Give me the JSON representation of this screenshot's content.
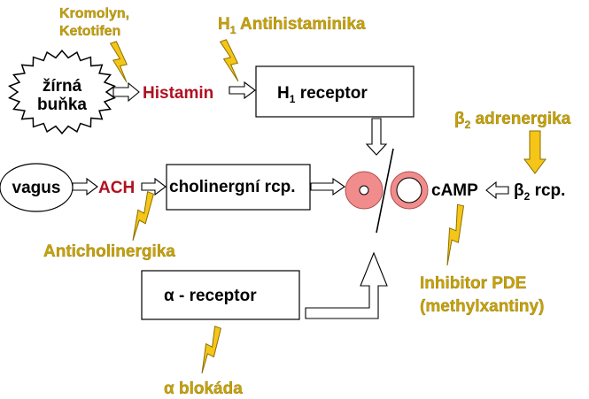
{
  "labels": {
    "kromolyn_line1": "Kromolyn,",
    "kromolyn_line2": "Ketotifen",
    "h1_antihist_prefix": "H",
    "h1_antihist_sub": "1",
    "h1_antihist_rest": " Antihistaminika",
    "mast_cell_line1": "žírná",
    "mast_cell_line2": "buňka",
    "histamin": "Histamin",
    "h1_receptor_prefix": "H",
    "h1_receptor_sub": "1",
    "h1_receptor_rest": "  receptor",
    "beta2_adrenergika_prefix": "β",
    "beta2_adrenergika_sub": "2",
    "beta2_adrenergika_rest": " adrenergika",
    "vagus": "vagus",
    "ach": "ACH",
    "cholinergni_rcp": "cholinergní rcp.",
    "camp": "cAMP",
    "beta2_rcp_prefix": "β",
    "beta2_rcp_sub": "2",
    "beta2_rcp_rest": " rcp.",
    "anticholinergika": "Anticholinergika",
    "inhibitor_pde_line1": "Inhibitor PDE",
    "inhibitor_pde_line2": "(methylxantiny)",
    "alpha_receptor": "α - receptor",
    "alpha_blokada": "α blokáda"
  },
  "colors": {
    "drug_text": "#c8a200",
    "bolt_fill": "#f5c518",
    "bolt_stroke": "#8a7000",
    "histamine_text": "#b01020",
    "smooth_muscle_cell": "#f08c8c"
  },
  "icons": {
    "lightning": "lightning-icon",
    "mast_cell": "starburst-cell-icon",
    "arrow": "hollow-arrow-icon"
  }
}
